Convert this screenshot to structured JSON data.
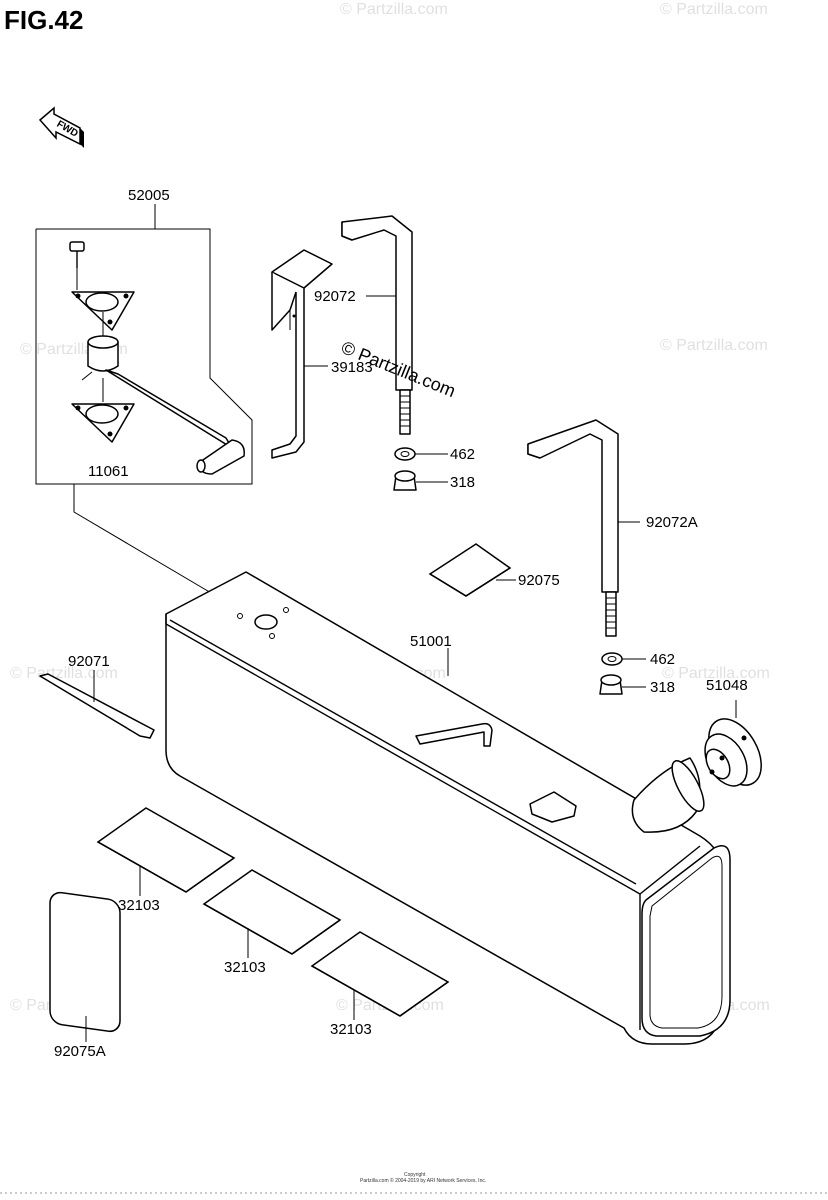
{
  "figure": {
    "title": "FIG.42",
    "fwd_label": "FWD"
  },
  "watermarks": {
    "text": "© Partzilla.com",
    "center": "© Partzilla.com"
  },
  "parts": {
    "p52005": "52005",
    "p11061": "11061",
    "p92072": "92072",
    "p39183": "39183",
    "p462_a": "462",
    "p318_a": "318",
    "p92072A": "92072A",
    "p92075": "92075",
    "p51001": "51001",
    "p92071": "92071",
    "p462_b": "462",
    "p318_b": "318",
    "p51048": "51048",
    "p32103_a": "32103",
    "p32103_b": "32103",
    "p32103_c": "32103",
    "p92075A": "92075A"
  },
  "footer": {
    "line1": "Copyright",
    "line2": "Partzilla.com © 2004-2019 by ARI Network Services, Inc."
  }
}
